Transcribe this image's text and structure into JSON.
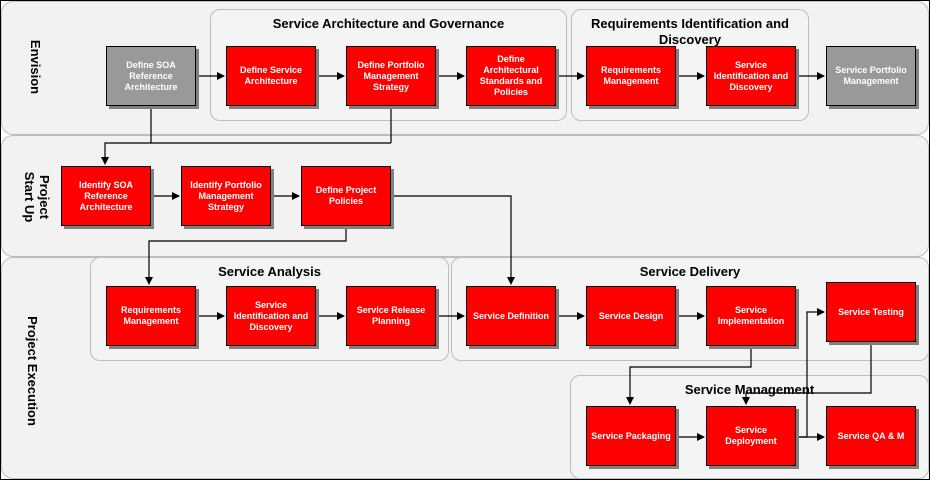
{
  "lanes": {
    "envision": "Envision",
    "startup": "Project\nStart Up",
    "execution": "Project Execution"
  },
  "groups": {
    "sag": "Service Architecture and Governance",
    "rid": "Requirements Identification and Discovery",
    "analysis": "Service Analysis",
    "delivery": "Service Delivery",
    "management": "Service Management"
  },
  "boxes": {
    "define_soa": "Define SOA Reference Architecture",
    "define_service_arch": "Define Service Architecture",
    "define_portfolio": "Define Portfolio Management Strategy",
    "define_arch_standards": "Define Architectural Standards and Policies",
    "req_mgmt_env": "Requirements Management",
    "svc_ident_env": "Service Identification and Discovery",
    "svc_portfolio_mgmt": "Service Portfolio Management",
    "identify_soa": "Identify SOA Reference Architecture",
    "identify_portfolio": "Identify Portfolio Management Strategy",
    "define_project_policies": "Define Project Policies",
    "req_mgmt_exec": "Requirements Management",
    "svc_ident_exec": "Service Identification and Discovery",
    "svc_release": "Service Release Planning",
    "svc_definition": "Service Definition",
    "svc_design": "Service Design",
    "svc_impl": "Service Implementation",
    "svc_testing": "Service Testing",
    "svc_packaging": "Service Packaging",
    "svc_deployment": "Service Deployment",
    "svc_qa": "Service QA & M"
  },
  "colors": {
    "process_box": "#ff0000",
    "external_box": "#999999",
    "lane_fill": "#f2f2f2"
  }
}
